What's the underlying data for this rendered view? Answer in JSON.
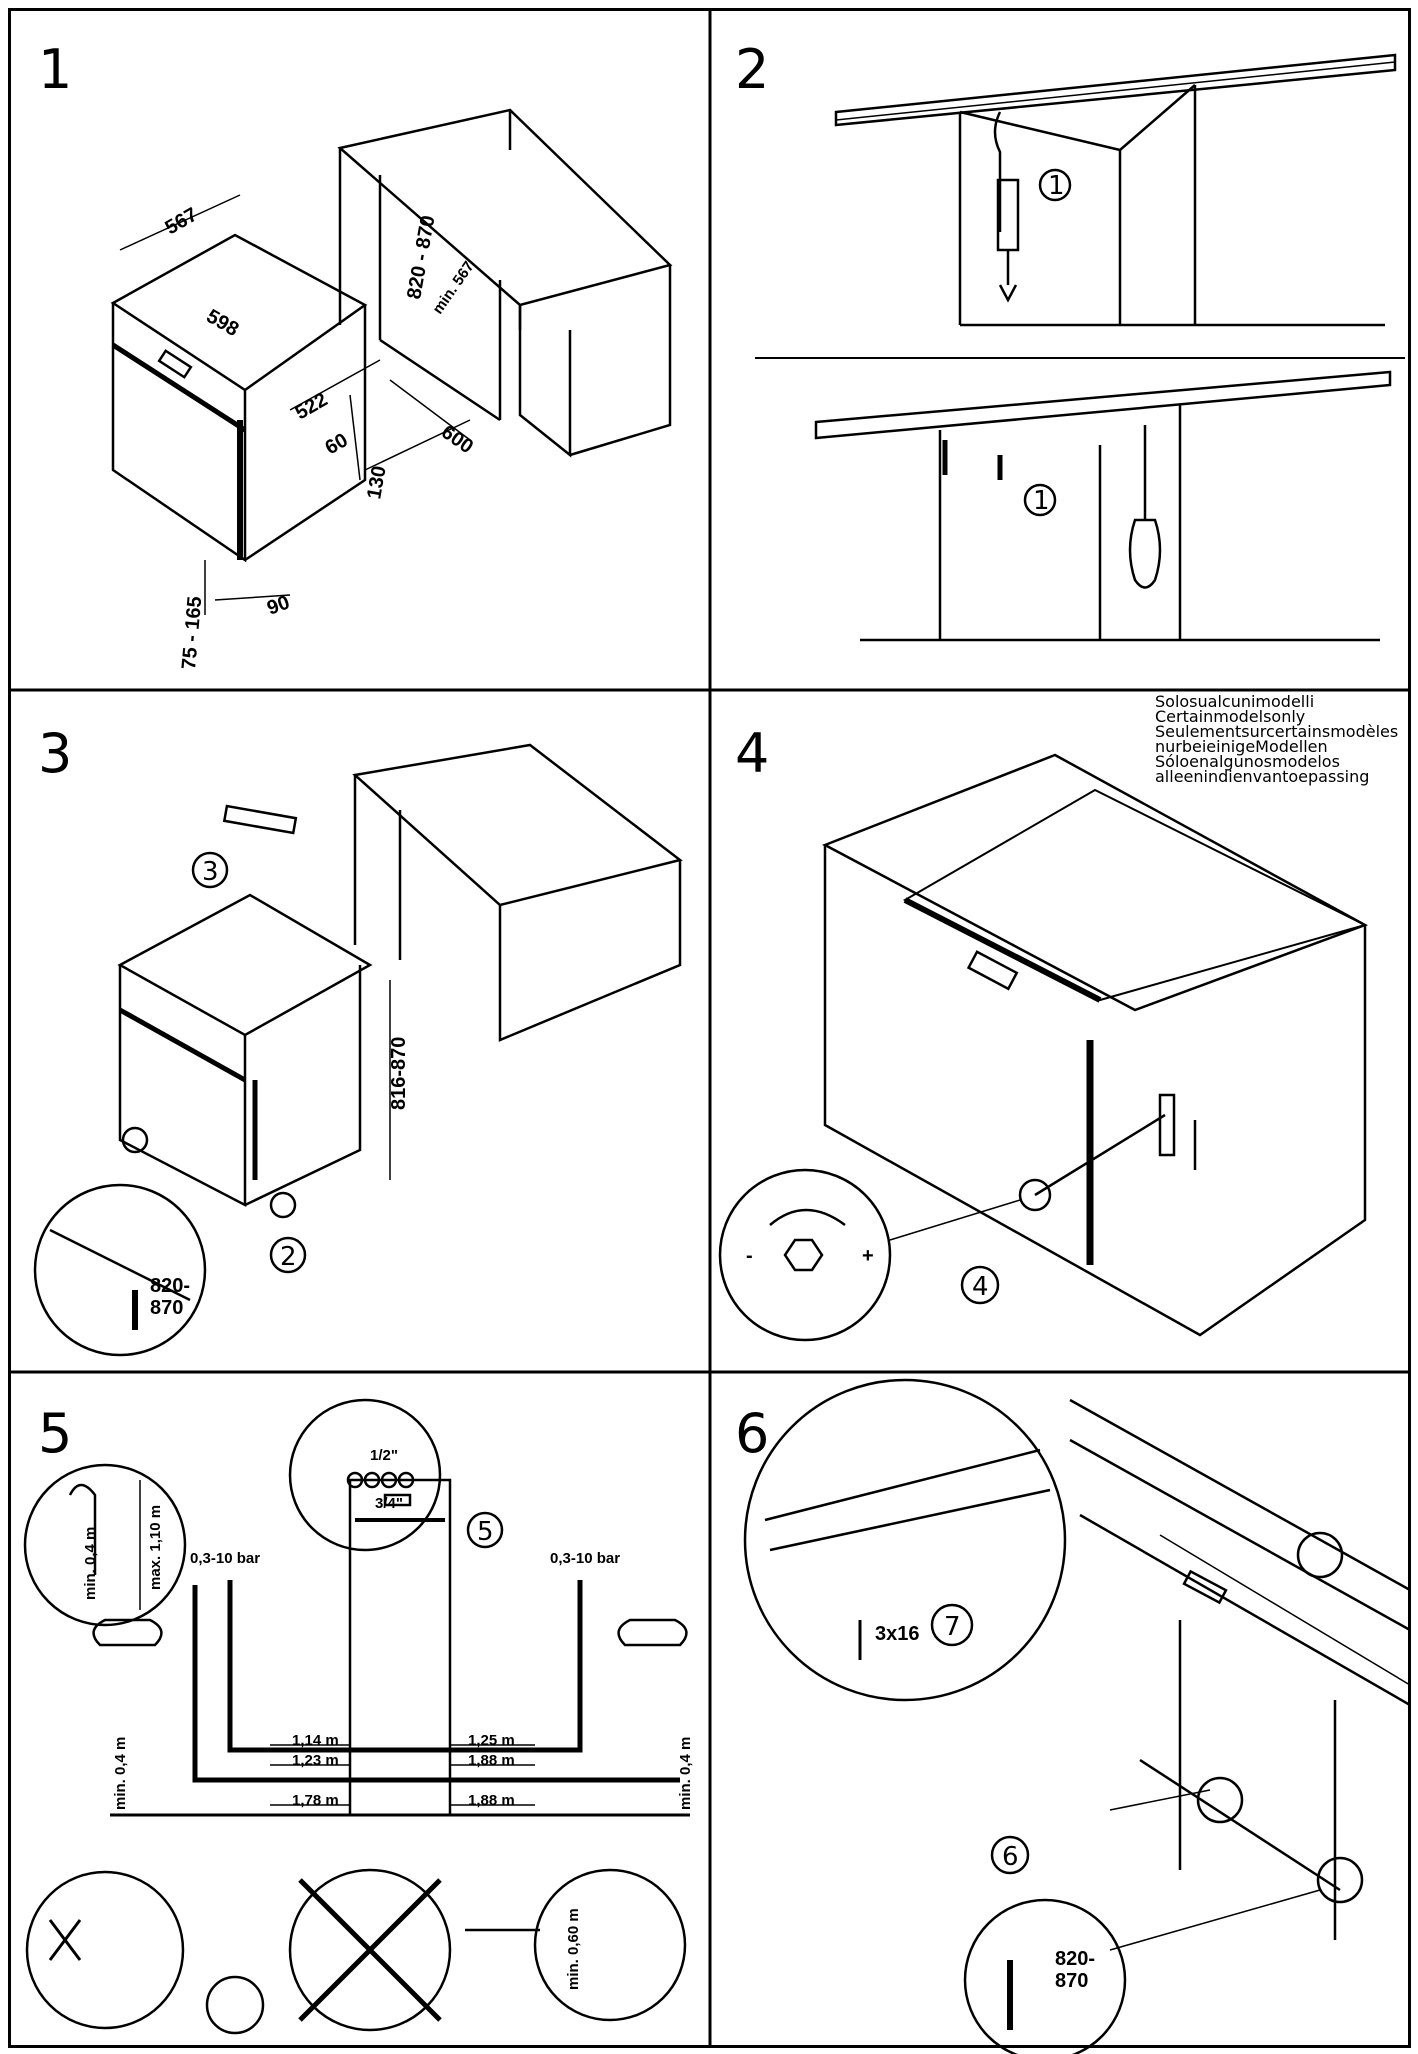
{
  "panels": [
    {
      "step": "1",
      "dims": [
        "567",
        "598",
        "522",
        "60",
        "130",
        "600",
        "820 - 870",
        "min. 567",
        "90",
        "75 - 165"
      ]
    },
    {
      "step": "2",
      "callouts": [
        "1",
        "1"
      ]
    },
    {
      "step": "3",
      "callouts": [
        "3",
        "2"
      ],
      "dims": [
        "816-870",
        "820-",
        "870"
      ]
    },
    {
      "step": "4",
      "callouts": [
        "4"
      ],
      "symbols": [
        "-",
        "+"
      ]
    },
    {
      "step": "5",
      "callouts": [
        "5"
      ],
      "fittings": [
        "1/2\"",
        "3/4\""
      ],
      "pressure": [
        "0,3-10 bar",
        "0,3-10 bar"
      ],
      "hoses": [
        "1,14 m",
        "1,23 m",
        "1,78 m",
        "1,25 m",
        "1,88 m",
        "1,88 m"
      ],
      "heights": [
        "max. 1,10 m",
        "min. 0,4 m",
        "min. 0,4 m",
        "min. 0,4 m",
        "min. 0,60 m"
      ]
    },
    {
      "step": "6",
      "callouts": [
        "7",
        "6"
      ],
      "screw": "3x16",
      "dims": [
        "820-",
        "870"
      ]
    }
  ],
  "note": {
    "lines": [
      "Solosualcunimodelli",
      "Certainmodelsonly",
      "Seulementsurcertainsmodèles",
      "nurbeieinigeModellen",
      "Sóloenalgunosmodelos",
      "alleenindienvantoepassing"
    ]
  }
}
